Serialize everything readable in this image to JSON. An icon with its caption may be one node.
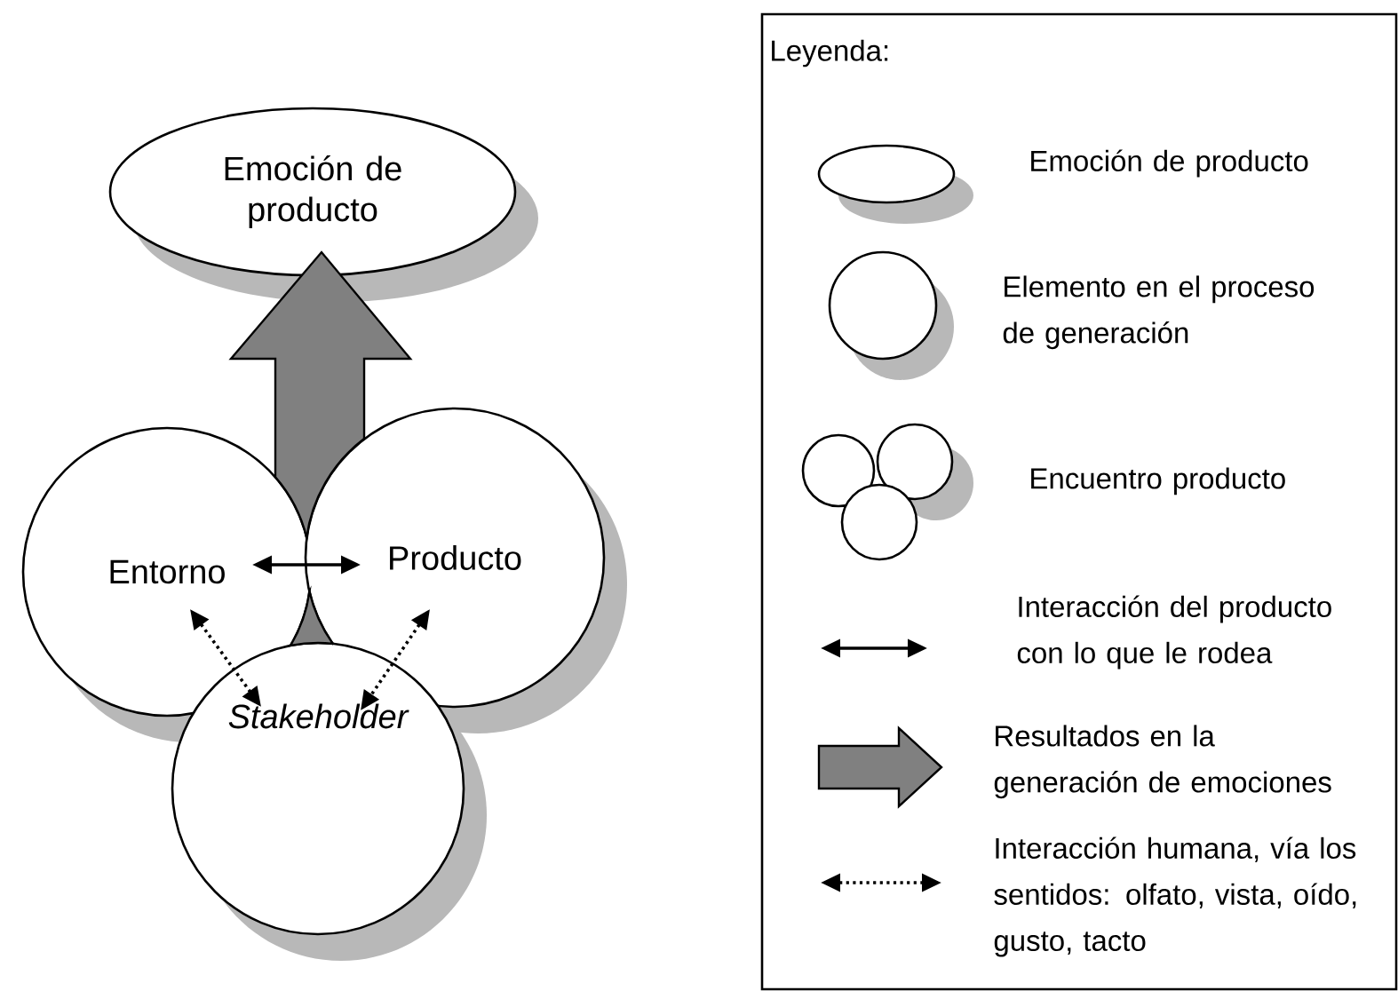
{
  "diagram": {
    "nodes": [
      {
        "text": [
          "Emoción de producto"
        ]
      },
      {
        "text": [
          "Entorno"
        ]
      },
      {
        "text": [
          "Producto"
        ]
      },
      {
        "text": [
          "Stakeholder"
        ]
      }
    ],
    "edges": [
      {
        "from": 3,
        "to": 0,
        "arrow": "to",
        "style": "thick",
        "color": "#808080"
      },
      {
        "from": 1,
        "to": 2,
        "arrow": "both"
      },
      {
        "from": 1,
        "to": 3,
        "arrow": "both",
        "style": "dashed"
      },
      {
        "from": 2,
        "to": 3,
        "arrow": "both",
        "style": "dashed"
      }
    ],
    "labels": [
      "Leyenda:"
    ],
    "legend": [
      {
        "text": "Emoción de producto"
      },
      {
        "text": "Elemento en el proceso de generación"
      },
      {
        "text": "Encuentro producto"
      },
      {
        "text": "Interacción del producto con lo que le rodea"
      },
      {
        "text": "Resultados en la generación de emociones"
      },
      {
        "text": "Interacción humana, vía los sentidos: olfato, vista, oído, gusto, tacto"
      }
    ]
  }
}
